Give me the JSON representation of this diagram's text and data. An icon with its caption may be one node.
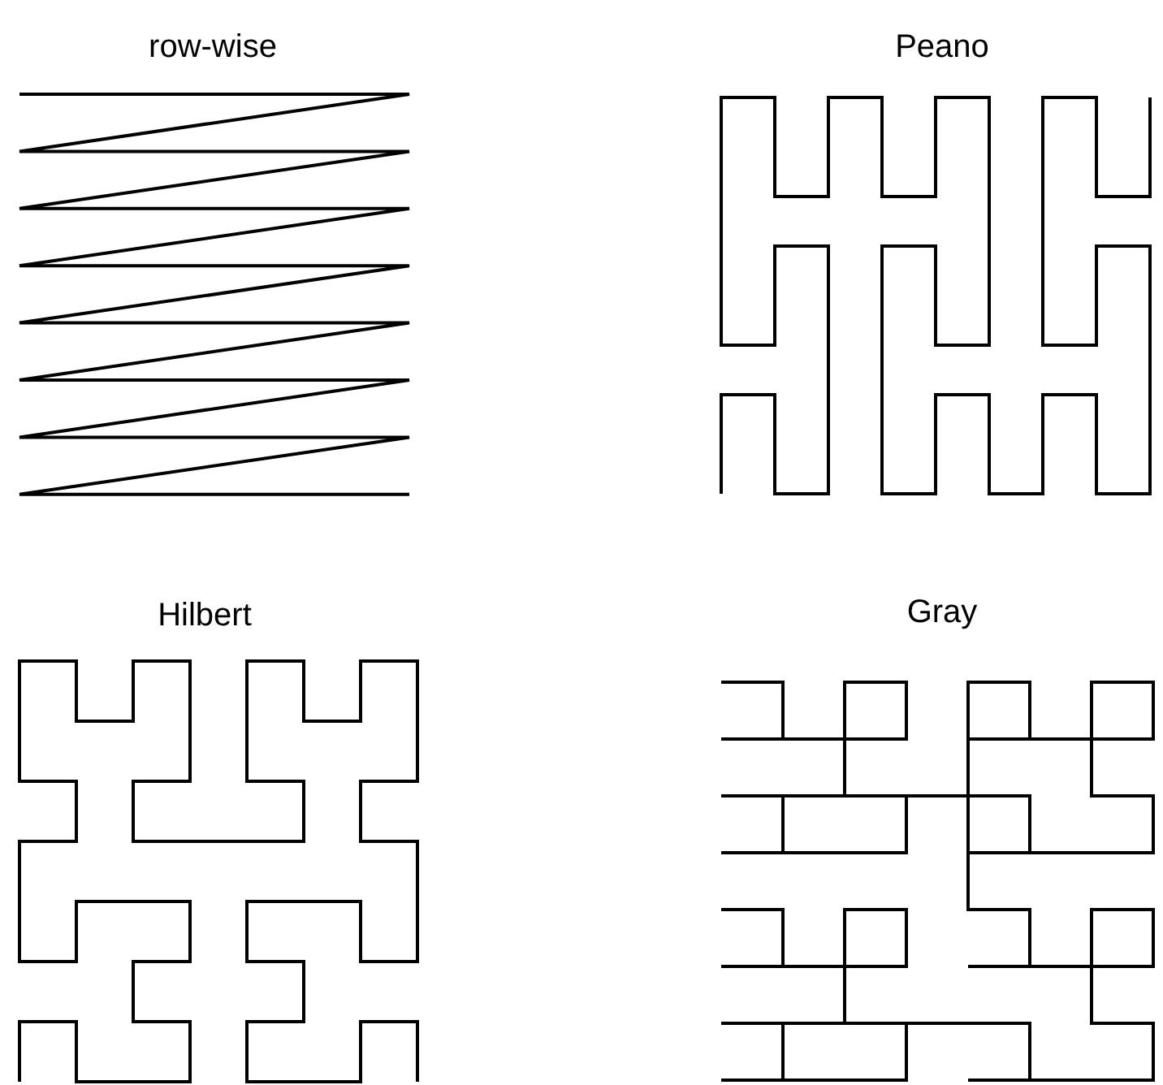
{
  "diagram": {
    "labels": [
      "row-wise",
      "Peano",
      "Hilbert",
      "Gray"
    ]
  }
}
